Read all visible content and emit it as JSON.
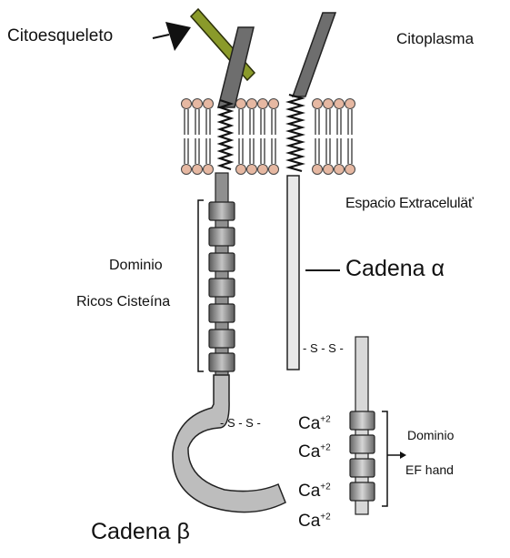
{
  "labels": {
    "citoesqueleto": "Citoesqueleto",
    "citoplasma": "Citoplasma",
    "espacio": "Espacio Extraceluläť",
    "dominio_cys_line1": "Dominio",
    "dominio_cys_line2": "Ricos Cisteína",
    "cadena_alpha": "Cadena α",
    "disulfide_1": "- S - S -",
    "disulfide_2": "- S - S -",
    "calcium_ion": "Ca",
    "calcium_charge": "+2",
    "dominio_ef_line1": "Dominio",
    "dominio_ef_line2": "EF hand",
    "cadena_beta": "Cadena β"
  },
  "colors": {
    "lipid_head": "#e6b8a2",
    "cytoskeleton": "#8a9a2a",
    "alpha_rod": "#6e6e6e",
    "beta_bead": "#8f8f8f",
    "beta_hook": "#bdbdbd",
    "outline": "#222222"
  }
}
